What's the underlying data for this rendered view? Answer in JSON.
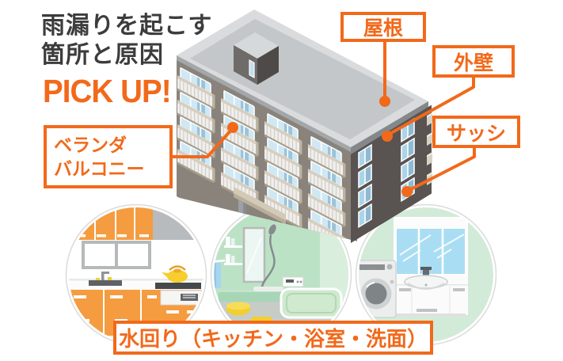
{
  "header": {
    "title_line1": "雨漏りを起こす",
    "title_line2": "箇所と原因",
    "pickup": "PICK UP!"
  },
  "callouts": {
    "roof": {
      "label": "屋根"
    },
    "exterior_wall": {
      "label": "外壁"
    },
    "sash": {
      "label": "サッシ"
    },
    "balcony": {
      "label_line1": "ベランダ",
      "label_line2": "バルコニー"
    },
    "water_areas": {
      "label": "水回り（キッチン・浴室・洗面）"
    }
  },
  "illustration": {
    "building": "isometric-apartment-building",
    "circles": [
      "kitchen",
      "bathroom",
      "washroom"
    ]
  },
  "colors": {
    "accent_orange": "#f2691a",
    "title_text": "#3c3c3c",
    "roof_gray": "#c3c7c9",
    "exterior_wall_dark": "#595451",
    "balcony_wall": "#89837c",
    "balcony_beige": "#d7cebe",
    "window_blue": "#abd4e9",
    "kitchen_orange": "#f59c40",
    "bathroom_green": "#bce2c6",
    "washroom_green": "#d2ebd8",
    "mirror_blue": "#a9ddf3"
  }
}
